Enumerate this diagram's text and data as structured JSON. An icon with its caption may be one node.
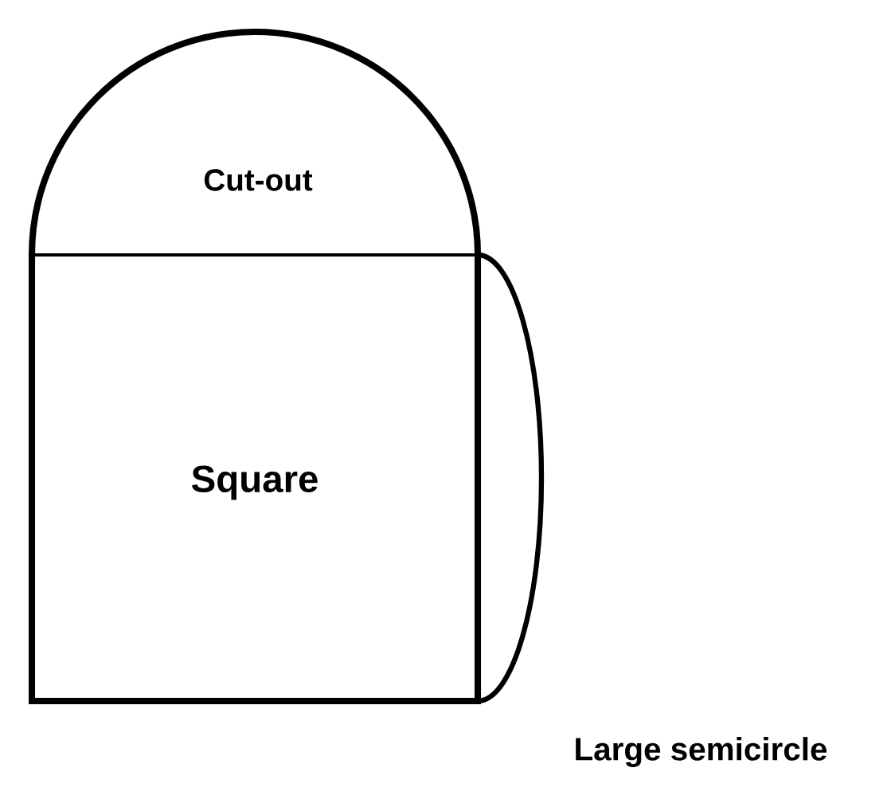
{
  "diagram": {
    "nodes": [
      {
        "text": [
          "Cut-out"
        ]
      },
      {
        "text": [
          "Square"
        ]
      },
      {
        "text": [
          "Large semicircle"
        ]
      }
    ]
  }
}
